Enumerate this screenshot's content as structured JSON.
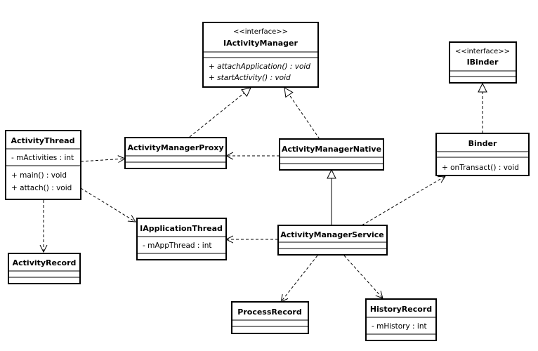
{
  "classes": {
    "iactivitymanager": {
      "stereotype": "<<interface>>",
      "name": "IActivityManager",
      "operations": [
        "+ attachApplication() : void",
        "+ startActivity() : void"
      ]
    },
    "ibinder": {
      "stereotype": "<<interface>>",
      "name": "IBinder"
    },
    "activitythread": {
      "name": "ActivityThread",
      "attributes": [
        "- mActivities : int"
      ],
      "operations": [
        "+ main() : void",
        "+ attach() : void"
      ]
    },
    "activitymanagerproxy": {
      "name": "ActivityManagerProxy"
    },
    "activitymanagernative": {
      "name": "ActivityManagerNative"
    },
    "binder": {
      "name": "Binder",
      "operations": [
        "+ onTransact() : void"
      ]
    },
    "iapplicationthread": {
      "name": "IApplicationThread",
      "attributes": [
        "- mAppThread : int"
      ]
    },
    "activitymanagerservice": {
      "name": "ActivityManagerService"
    },
    "activityrecord": {
      "name": "ActivityRecord"
    },
    "processrecord": {
      "name": "ProcessRecord"
    },
    "historyrecord": {
      "name": "HistoryRecord",
      "attributes": [
        "- mHistory : int"
      ]
    }
  }
}
